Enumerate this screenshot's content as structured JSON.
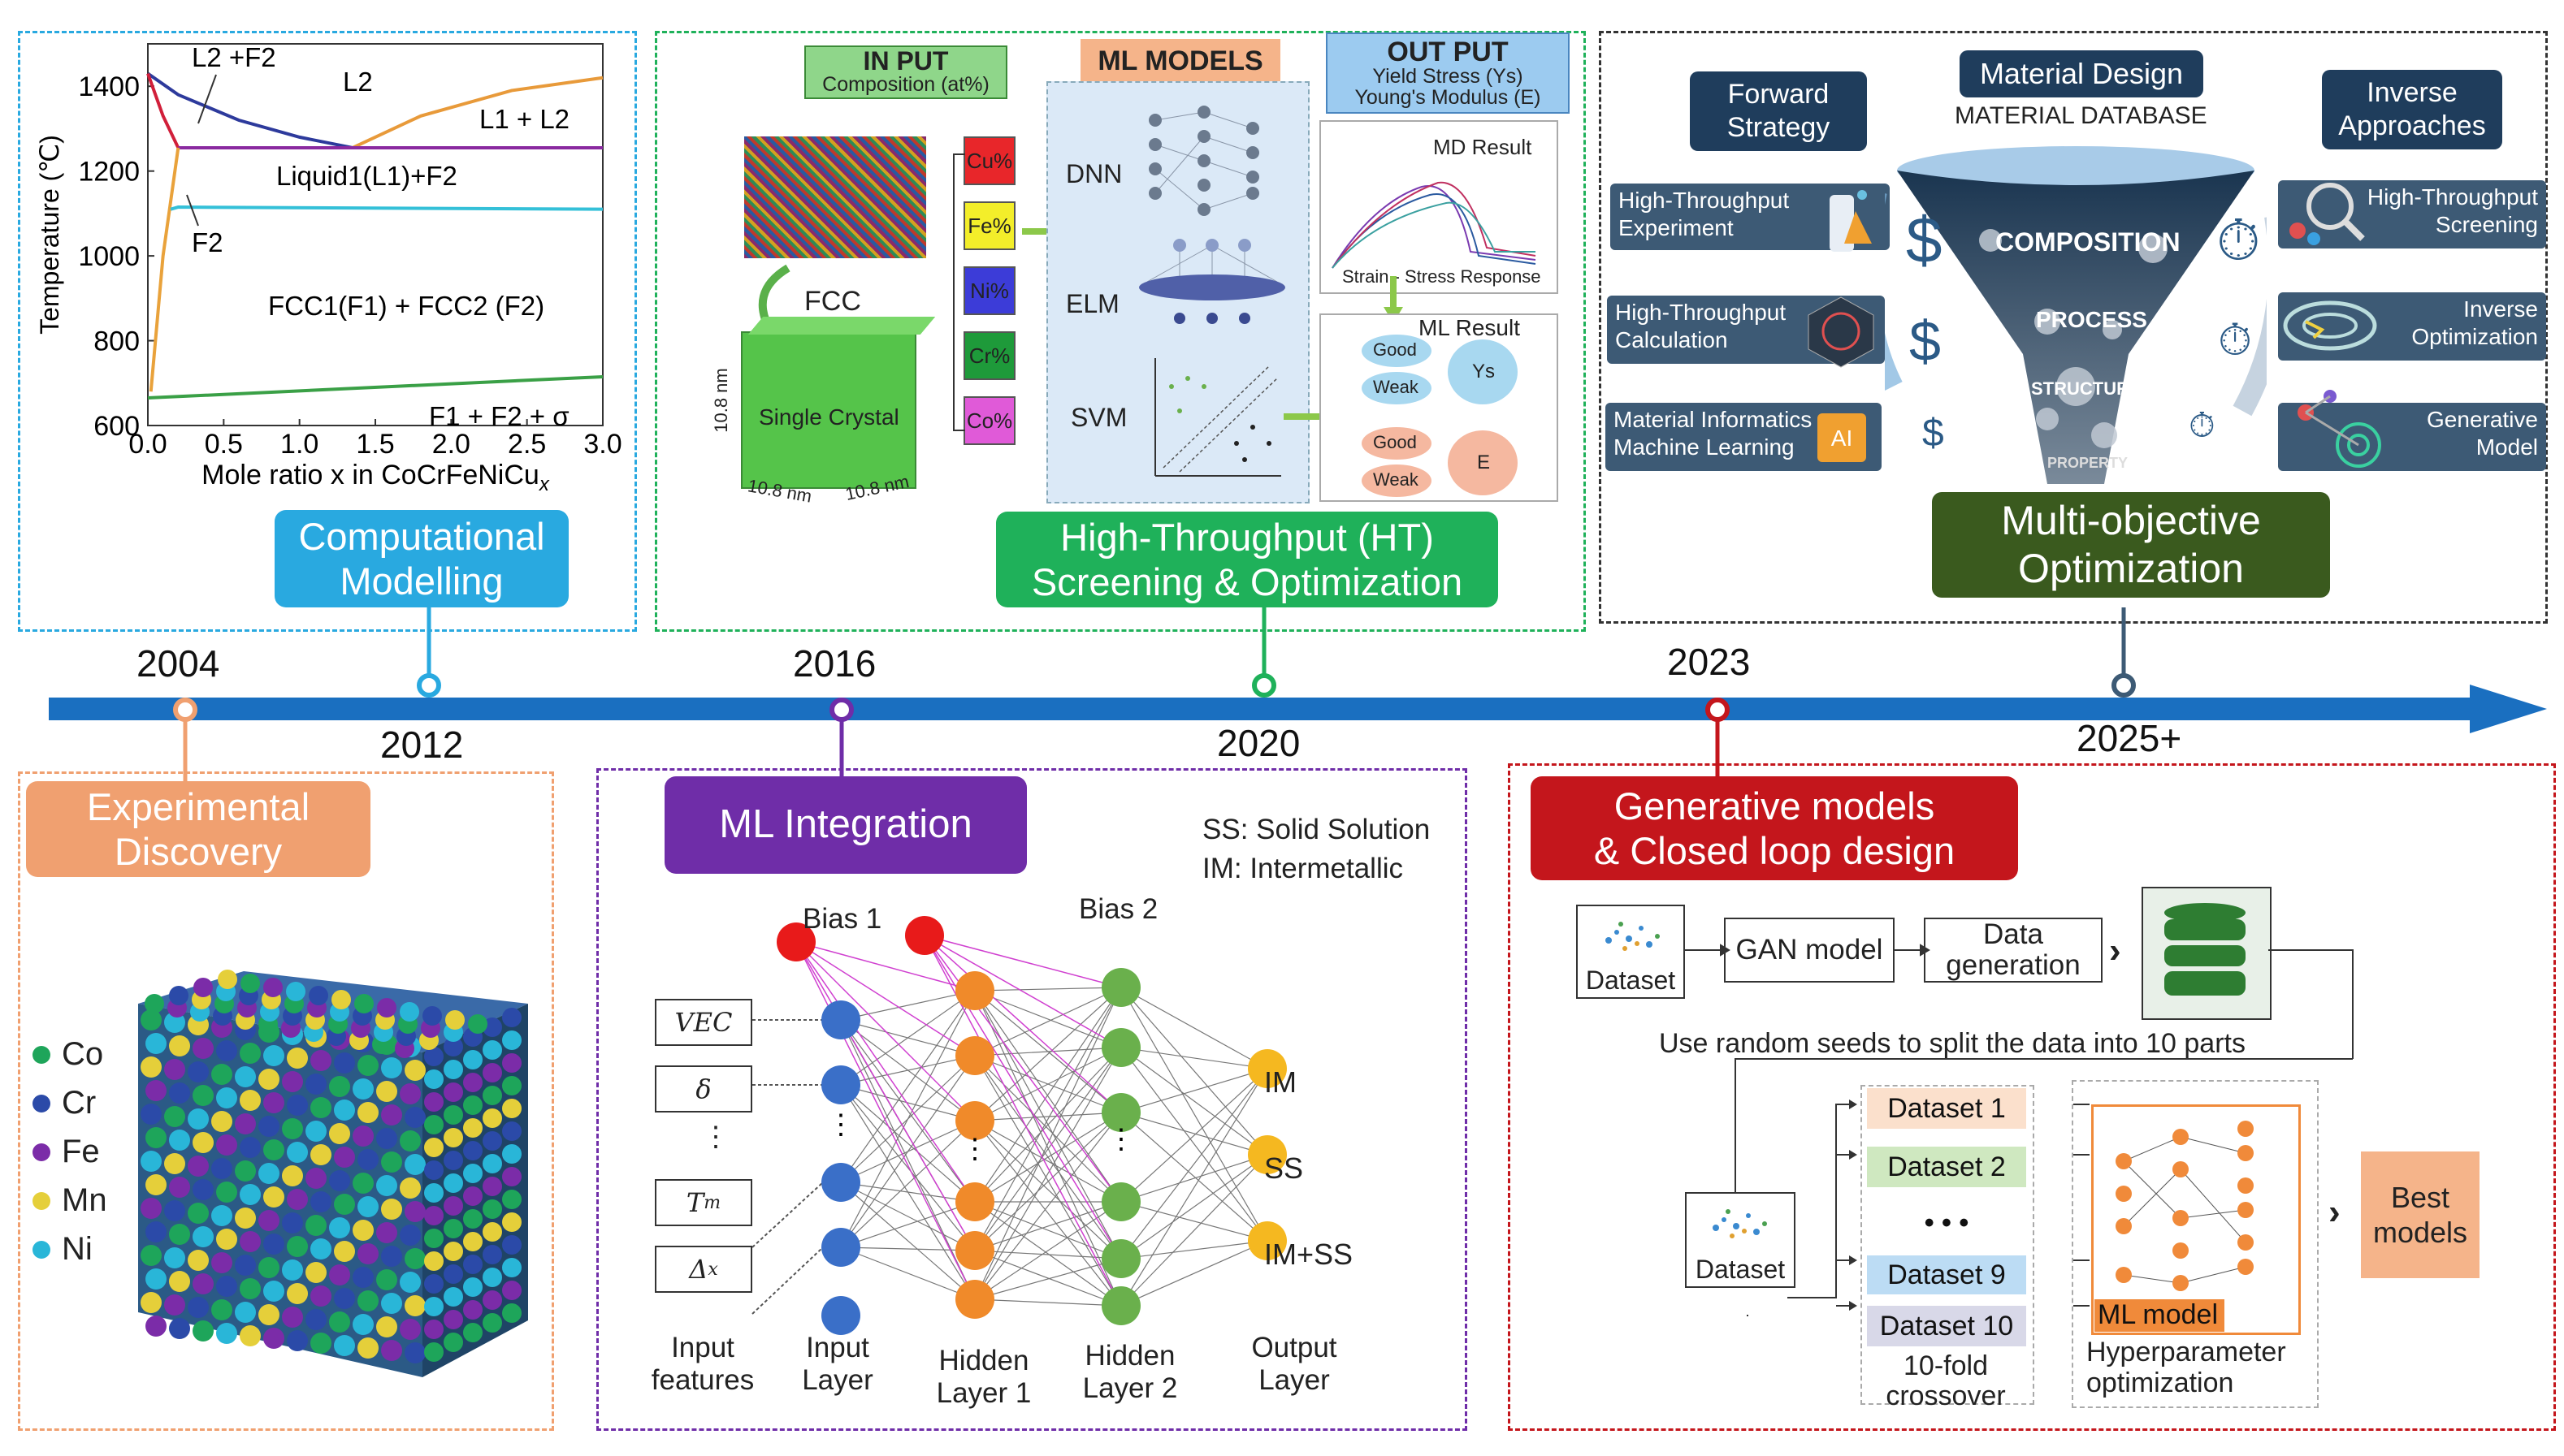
{
  "colors": {
    "timeline": "#1a6fc0",
    "cyan": "#29a9e0",
    "green": "#1fb15a",
    "navy": "#1f3d5c",
    "orange": "#f0a070",
    "purple": "#6f2da8",
    "red": "#c4161c",
    "darkgreen": "#3a5a1e"
  },
  "timeline": {
    "years": [
      "2004",
      "2012",
      "2016",
      "2020",
      "2023",
      "2025+"
    ]
  },
  "computational": {
    "title": "Computational\nModelling",
    "chart_data": {
      "type": "line",
      "xlabel": "Mole ratio  x in CoCrFeNiCu",
      "xlabel_sub": "x",
      "ylabel": "Temperature (℃)",
      "xlim": [
        0,
        3
      ],
      "ylim": [
        600,
        1500
      ],
      "xticks": [
        "0.0",
        "0.5",
        "1.0",
        "1.5",
        "2.0",
        "2.5",
        "3.0"
      ],
      "yticks": [
        "600",
        "800",
        "1000",
        "1200",
        "1400"
      ],
      "series": [
        {
          "color": "#2d3a9c",
          "x": [
            0,
            0.2,
            0.6,
            1.0,
            1.35
          ],
          "y": [
            1430,
            1380,
            1320,
            1280,
            1255
          ]
        },
        {
          "color": "#e89a3a",
          "x": [
            1.35,
            1.8,
            2.4,
            3.0
          ],
          "y": [
            1255,
            1330,
            1390,
            1420
          ]
        },
        {
          "color": "#d11f3a",
          "x": [
            0,
            0.1,
            0.2
          ],
          "y": [
            1430,
            1330,
            1255
          ]
        },
        {
          "color": "#8a2aa0",
          "x": [
            0.2,
            3.0
          ],
          "y": [
            1255,
            1255
          ]
        },
        {
          "color": "#e9a23b",
          "x": [
            0.02,
            0.1,
            0.2
          ],
          "y": [
            680,
            1000,
            1255
          ]
        },
        {
          "color": "#34c0d8",
          "x": [
            0.15,
            0.2,
            3.0
          ],
          "y": [
            1110,
            1115,
            1110
          ]
        },
        {
          "color": "#3aa046",
          "x": [
            0,
            3.0
          ],
          "y": [
            665,
            715
          ]
        }
      ],
      "annotations": [
        "L2 +F2",
        "L2",
        "L1 + L2",
        "Liquid1(L1)+F2",
        "F2",
        "FCC1(F1) + FCC2 (F2)",
        "F1 + F2 + σ"
      ]
    }
  },
  "ht": {
    "title": "High-Throughput (HT)\nScreening & Optimization",
    "input_title": "IN PUT",
    "input_sub": "Composition (at%)",
    "ml_title": "ML MODELS",
    "output_title": "OUT PUT",
    "output_sub1": "Yield Stress (Ys)",
    "output_sub2": "Young's Modulus (E)",
    "fcc": "FCC",
    "single_crystal": "Single Crystal",
    "dim": "10.8 nm",
    "elements": [
      "Cu%",
      "Fe%",
      "Ni%",
      "Cr%",
      "Co%"
    ],
    "element_colors": [
      "#e8262a",
      "#f3ee2a",
      "#3c3cd8",
      "#1e9a3a",
      "#e05ad8"
    ],
    "models": [
      "DNN",
      "ELM",
      "SVM"
    ],
    "md_result": "MD Result",
    "strain_stress": "Strain - Stress Response",
    "ml_result": "ML Result",
    "good": "Good",
    "weak": "Weak",
    "ys": "Ys",
    "e": "E"
  },
  "multi": {
    "title": "Multi-objective\nOptimization",
    "forward": "Forward\nStrategy",
    "material_design": "Material Design",
    "material_db": "MATERIAL DATABASE",
    "inverse": "Inverse\nApproaches",
    "left_items": [
      "High-Throughput\nExperiment",
      "High-Throughput\nCalculation",
      "Material Informatics\nMachine Learning"
    ],
    "right_items": [
      "High-Throughput\nScreening",
      "Inverse\nOptimization",
      "Generative\nModel"
    ],
    "funnel": [
      "COMPOSITION",
      "PROCESS",
      "STRUCTURE",
      "PROPERTY"
    ]
  },
  "experimental": {
    "title": "Experimental\nDiscovery",
    "legend": [
      {
        "name": "Co",
        "color": "#1ea55a"
      },
      {
        "name": "Cr",
        "color": "#2b4aa8"
      },
      {
        "name": "Fe",
        "color": "#7b2ca8"
      },
      {
        "name": "Mn",
        "color": "#e5cf3a"
      },
      {
        "name": "Ni",
        "color": "#29b6d8"
      }
    ]
  },
  "ml": {
    "title": "ML Integration",
    "ss": "SS: Solid Solution",
    "im": "IM: Intermetallic",
    "bias1": "Bias 1",
    "bias2": "Bias 2",
    "inputs": [
      "VEC",
      "δ",
      "⋮",
      "T",
      "Δ"
    ],
    "input_subs": [
      "",
      "",
      "",
      "m",
      "x"
    ],
    "outputs": [
      "IM",
      "SS",
      "IM+SS"
    ],
    "layers": [
      "Input\nfeatures",
      "Input\nLayer",
      "Hidden\nLayer 1",
      "Hidden\nLayer 2",
      "Output\nLayer"
    ]
  },
  "gen": {
    "title": "Generative models\n& Closed loop design",
    "dataset": "Dataset",
    "gan": "GAN model",
    "datagen": "Data\ngeneration",
    "split": "Use random seeds to split the data into 10 parts",
    "datasets": [
      "Dataset 1",
      "Dataset 2",
      "• • •",
      "Dataset 9",
      "Dataset 10"
    ],
    "tenfold": "10-fold\ncrossover",
    "ml_model": "ML model",
    "hyper": "Hyperparameter\noptimization",
    "best": "Best\nmodels"
  }
}
